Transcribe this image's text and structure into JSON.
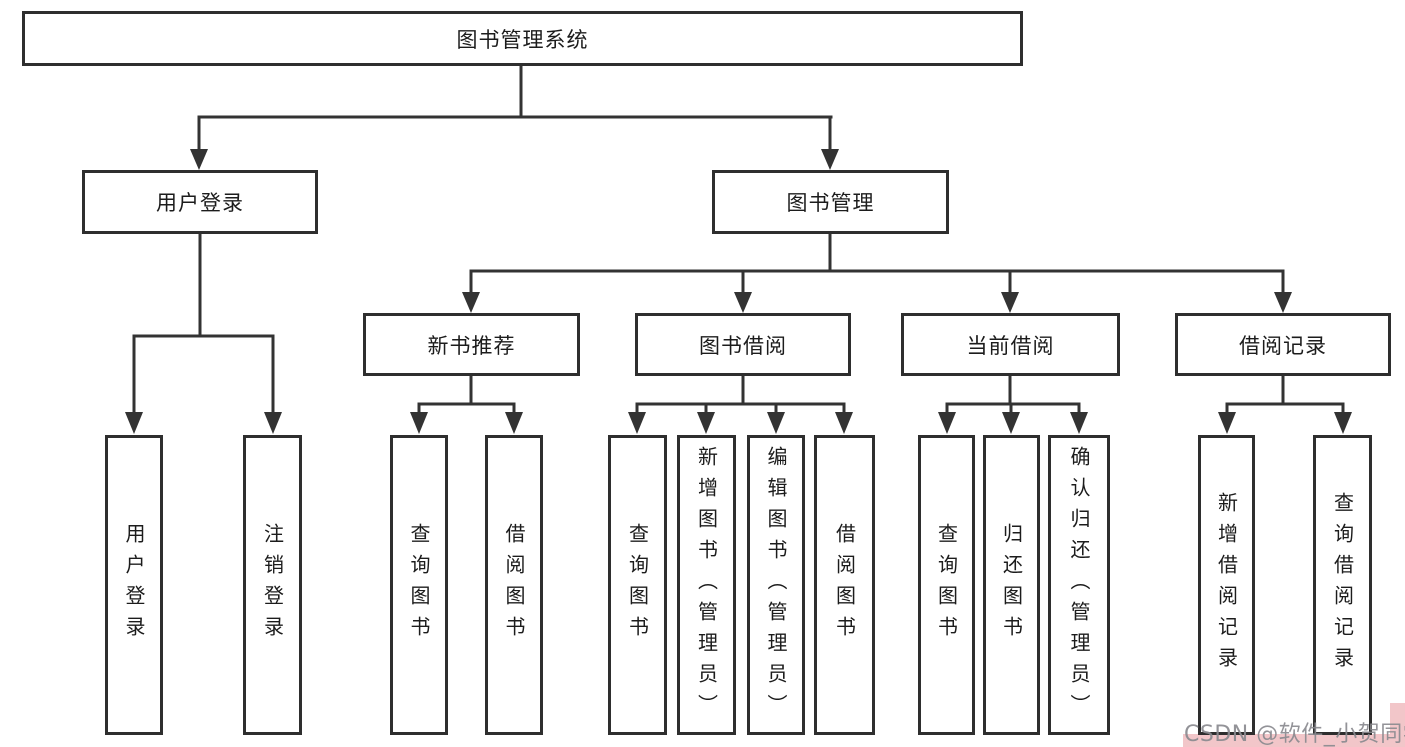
{
  "nodes": {
    "root": "图书管理系统",
    "user_login": "用户登录",
    "book_management": "图书管理",
    "new_book_recommend": "新书推荐",
    "book_borrow": "图书借阅",
    "current_borrow": "当前借阅",
    "borrow_records": "借阅记录",
    "leaf_user_login": "用户登录",
    "leaf_logout": "注销登录",
    "recommend_query_book": "查询图书",
    "recommend_borrow_book": "借阅图书",
    "borrow_query_book": "查询图书",
    "borrow_add_book_admin": "新增图书（管理员）",
    "borrow_edit_book_admin": "编辑图书（管理员）",
    "borrow_borrow_book": "借阅图书",
    "current_query_book": "查询图书",
    "current_return_book": "归还图书",
    "current_confirm_return_admin": "确认归还（管理员）",
    "records_add_record": "新增借阅记录",
    "records_query_record": "查询借阅记录"
  },
  "watermark": "CSDN @软件_小贺同学",
  "colors": {
    "line": "#333333",
    "box_border": "#2e2e2e",
    "text": "#1c1c1c",
    "watermark_text": "#8a8a8f",
    "watermark_background": "#f2c6c9"
  }
}
